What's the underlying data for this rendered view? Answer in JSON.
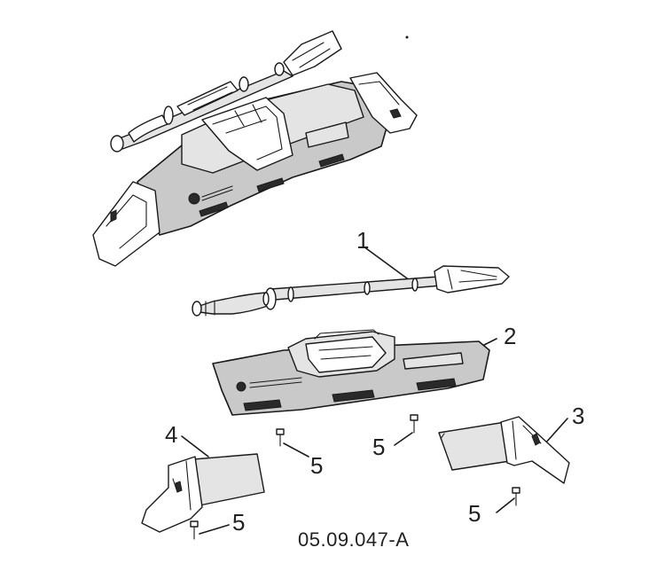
{
  "diagram": {
    "drawing_code": "05.09.047-A",
    "callouts": {
      "part1": "1",
      "part2": "2",
      "part3": "3",
      "part4": "4",
      "screw_a": "5",
      "screw_b": "5",
      "screw_c": "5",
      "screw_d": "5"
    },
    "colors": {
      "line": "#1a1a1a",
      "body_fill": "#c9c9c9",
      "light_fill": "#e4e4e4",
      "background": "#ffffff"
    }
  }
}
